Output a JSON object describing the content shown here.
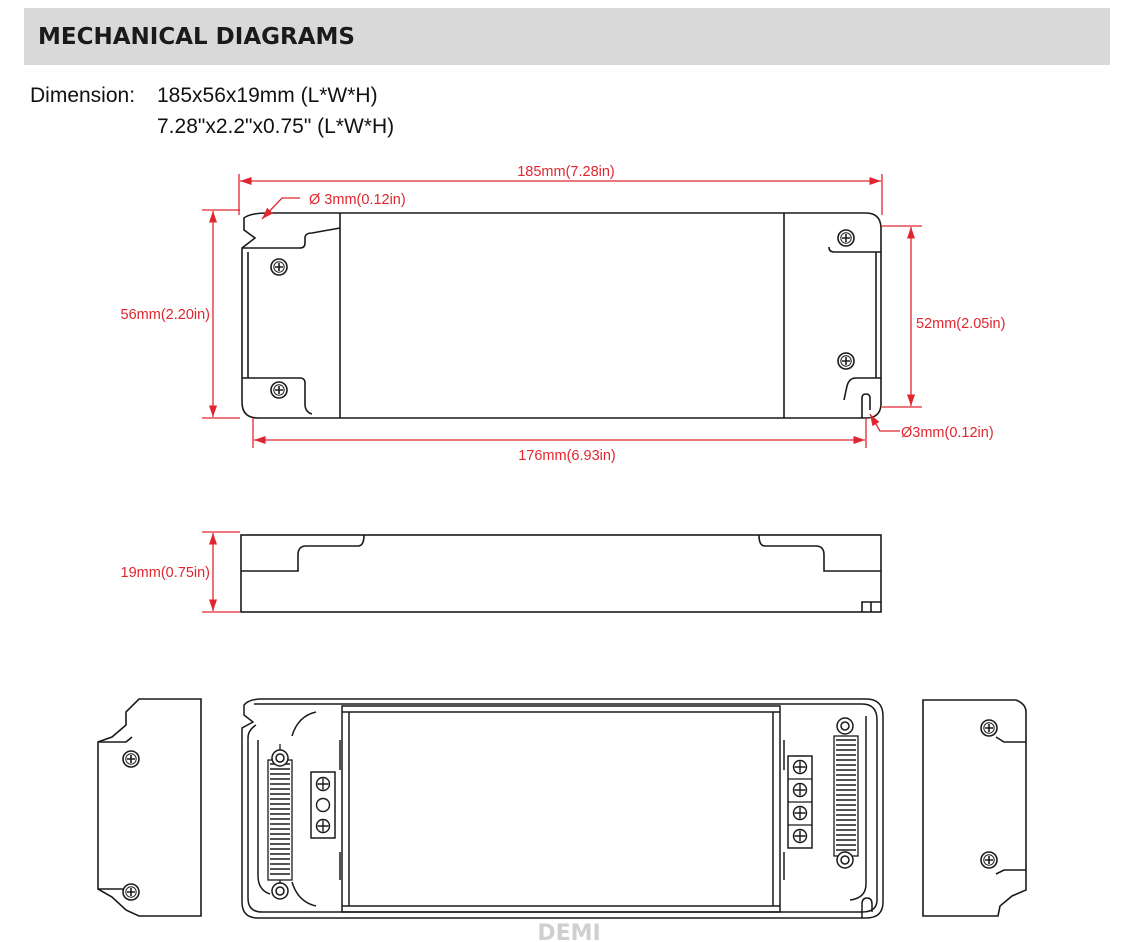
{
  "header": {
    "title": "MECHANICAL DIAGRAMS"
  },
  "dimension": {
    "label": "Dimension:",
    "metric": "185x56x19mm (L*W*H)",
    "imperial": "7.28\"x2.2\"x0.75\" (L*W*H)"
  },
  "annotations": {
    "length": "185mm(7.28in)",
    "hole_top": "Ø 3mm(0.12in)",
    "width": "56mm(2.20in)",
    "inner_width": "52mm(2.05in)",
    "inner_length": "176mm(6.93in)",
    "hole_bottom": "Ø3mm(0.12in)",
    "height": "19mm(0.75in)"
  },
  "watermark": "DEMI",
  "colors": {
    "dimension": "#e0262f",
    "outline": "#1a1a1a",
    "header_bg": "#d9d9d9"
  }
}
